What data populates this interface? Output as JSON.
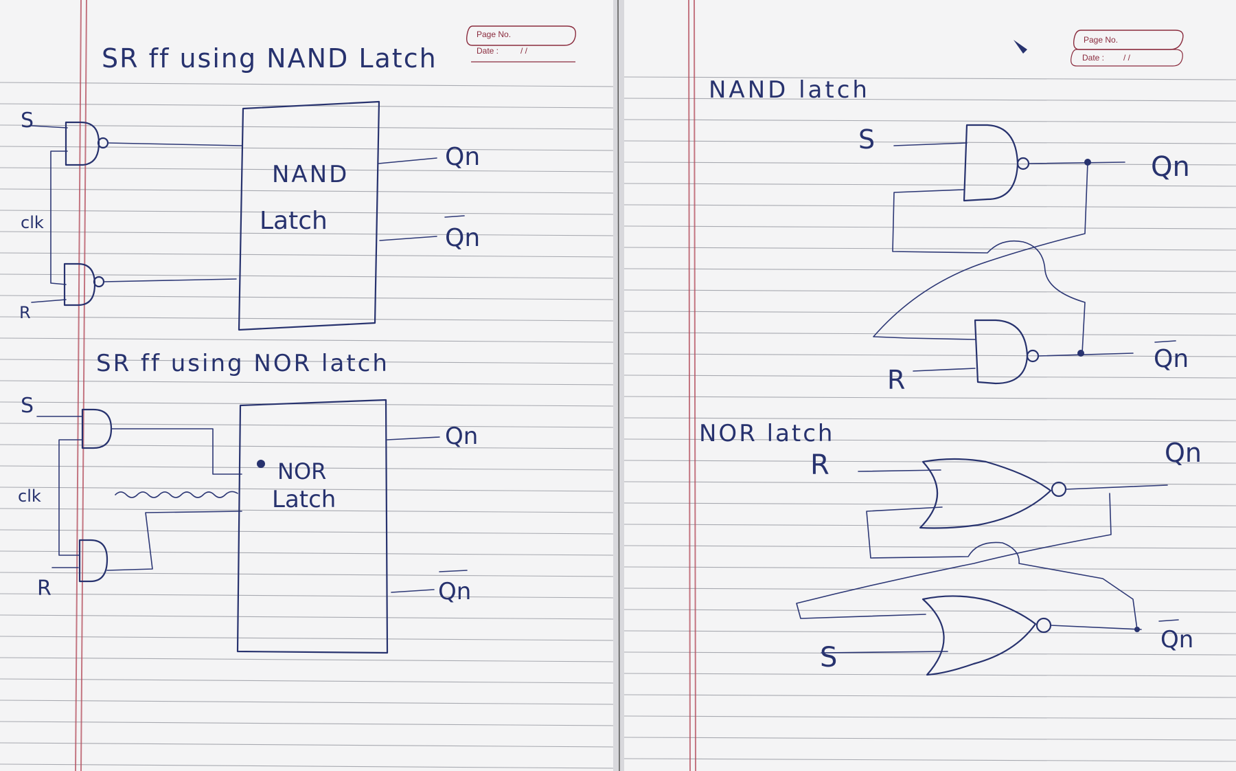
{
  "left_page": {
    "header": {
      "page_no_label": "Page No.",
      "date_label": "Date :",
      "date_slashes": "/     /"
    },
    "title_nand": "SR ff using NAND Latch",
    "nand_block": {
      "inputs": {
        "s": "S",
        "clk": "clk",
        "r": "R"
      },
      "box_line1": "NAND",
      "box_line2": "Latch",
      "out_q": "Qn",
      "out_qbar": "Qn"
    },
    "title_nor": "SR ff using NOR latch",
    "nor_block": {
      "inputs": {
        "s": "S",
        "clk": "clk",
        "r": "R"
      },
      "box_line1": "NOR",
      "box_line2": "Latch",
      "out_q": "Qn",
      "out_qbar": "Qn"
    }
  },
  "right_page": {
    "header": {
      "page_no_label": "Page No.",
      "date_label": "Date :",
      "date_slashes": "/     /"
    },
    "title_nand_latch": "NAND latch",
    "nand_latch": {
      "s": "S",
      "r": "R",
      "q": "Qn",
      "qbar": "Qn"
    },
    "title_nor_latch": "NOR latch",
    "nor_latch": {
      "r": "R",
      "s": "S",
      "q": "Qn",
      "qbar": "Qn"
    }
  },
  "colors": {
    "ink": "#27326e",
    "paper": "#f4f4f5",
    "margin_rule": "#b34a5a",
    "header_print": "#8a2b3d"
  }
}
